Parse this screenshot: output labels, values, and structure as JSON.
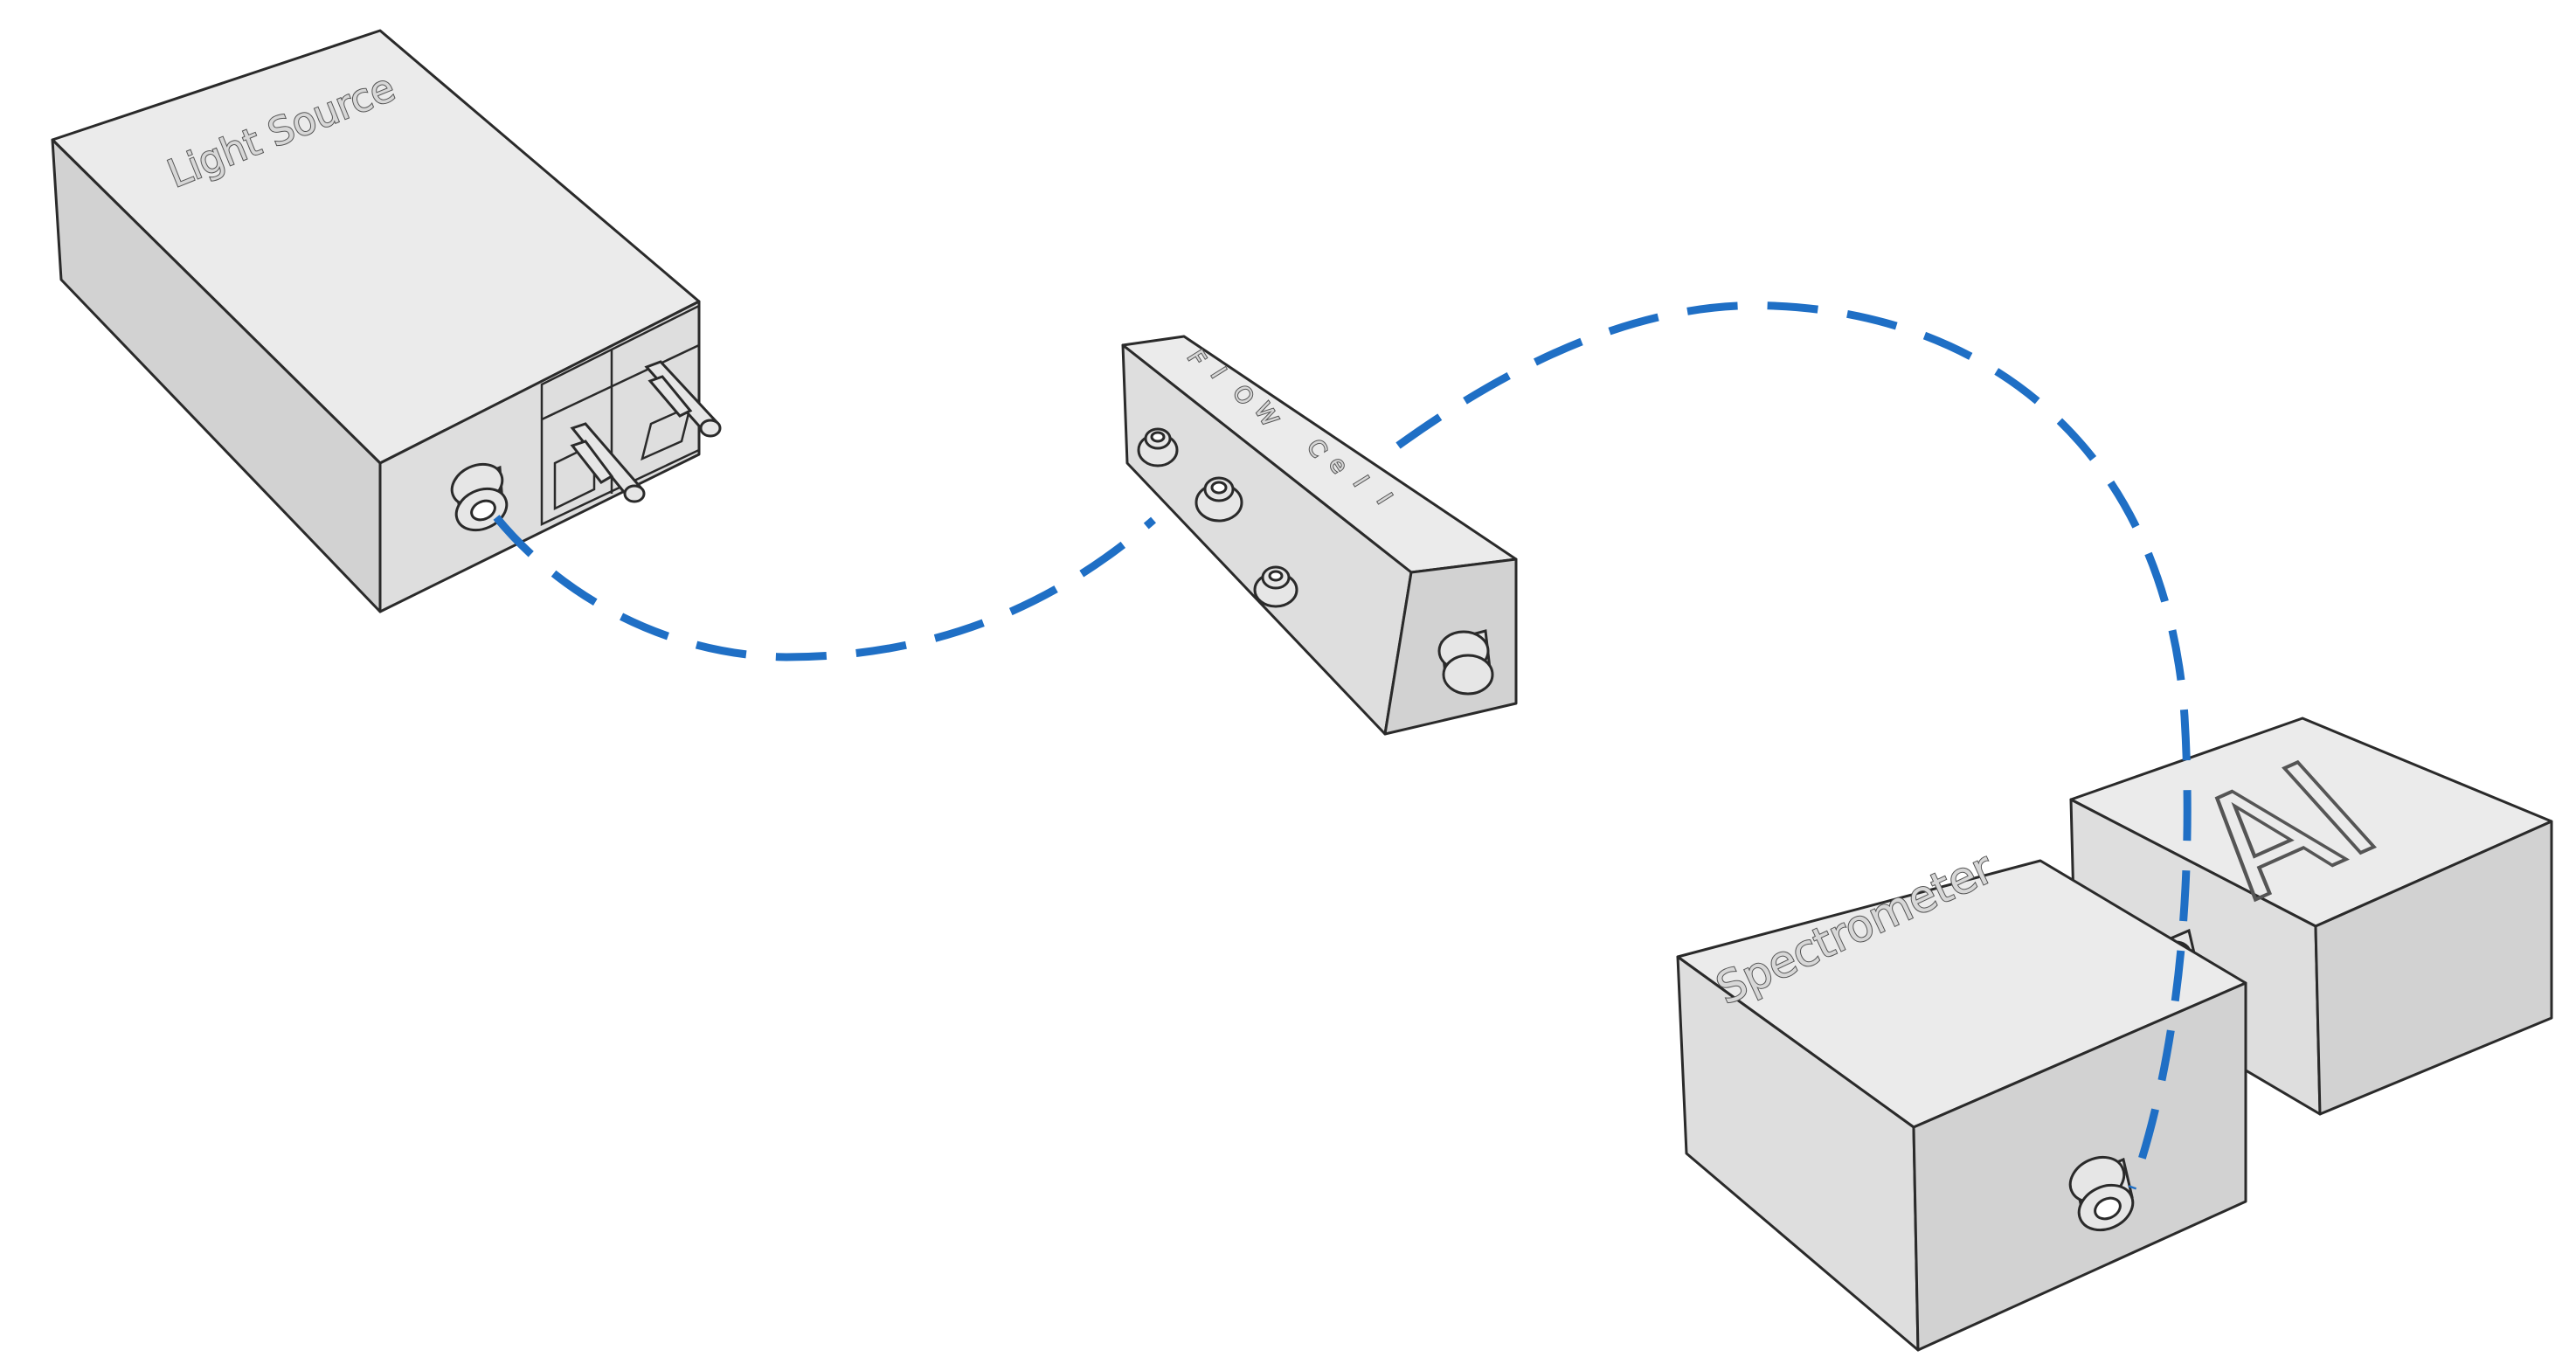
{
  "devices": {
    "light_source": {
      "label": "Light Source"
    },
    "sample_cell": {
      "label_segments": [
        "F",
        "I",
        "O",
        "W",
        "C",
        "e",
        "I",
        "I"
      ]
    },
    "spectrometer": {
      "label": "Spectrometer"
    },
    "ai_module": {
      "label": "AI"
    }
  },
  "fiber": {
    "color": "#1f6fc5",
    "style": "dashed"
  },
  "connections": [
    {
      "from": "light_source",
      "to": "sample_cell"
    },
    {
      "from": "sample_cell",
      "to": "spectrometer"
    }
  ]
}
